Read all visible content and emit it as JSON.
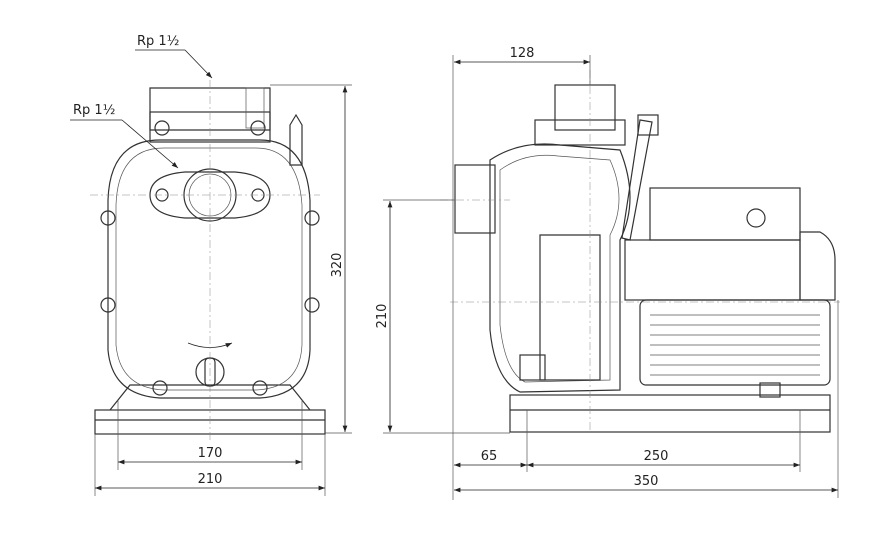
{
  "front_view": {
    "connection_top": "Rp 1½",
    "connection_front": "Rp 1½",
    "height": "320",
    "foot_hole_spacing": "170",
    "base_width": "210"
  },
  "side_view": {
    "top_offset": "128",
    "shaft_height": "210",
    "front_offset": "65",
    "foot_length": "250",
    "total_length": "350"
  }
}
